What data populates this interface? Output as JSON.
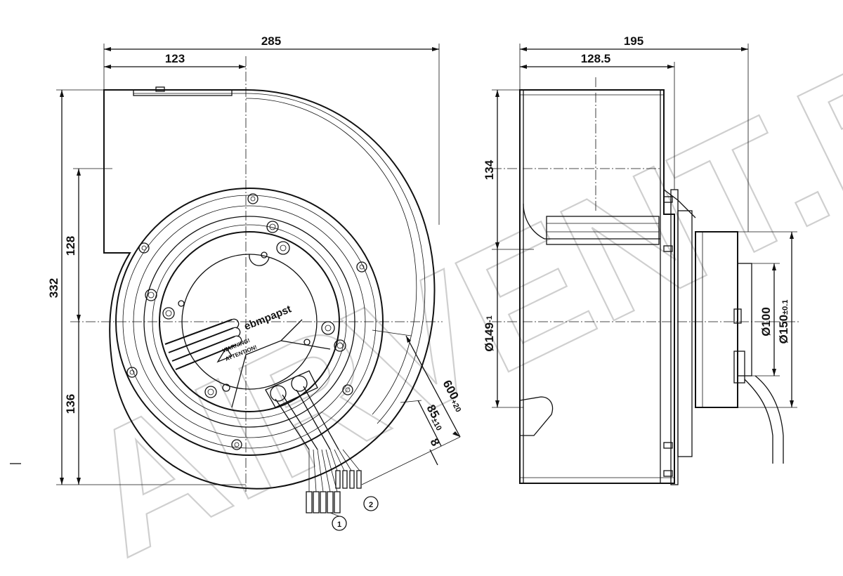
{
  "dimensions": {
    "front_total_width": "285",
    "front_partial_width": "123",
    "front_total_height": "332",
    "front_upper_height": "128",
    "front_lower_height": "136",
    "cable_length_main": "600",
    "cable_length_main_tol": "+20",
    "cable_strip_length": "85",
    "cable_strip_length_tol": "±10",
    "wire_end_length": "8",
    "side_total_depth": "195",
    "side_partial_depth": "128.5",
    "side_outlet_height": "134",
    "side_diameter_149": "Ø149",
    "side_diameter_149_tol": "-1",
    "side_diameter_100": "Ø100",
    "side_diameter_150": "Ø150",
    "side_diameter_150_tol": "±0.1"
  },
  "callouts": {
    "one": "1",
    "two": "2"
  },
  "labels": {
    "brand": "ebmpapst",
    "warning": "WARNING!",
    "attention": "ATTENTION!"
  },
  "watermark": {
    "text": "AIRVENT.BY",
    "color": "#cfcfcf"
  },
  "colors": {
    "line": "#111111",
    "background": "#ffffff"
  }
}
